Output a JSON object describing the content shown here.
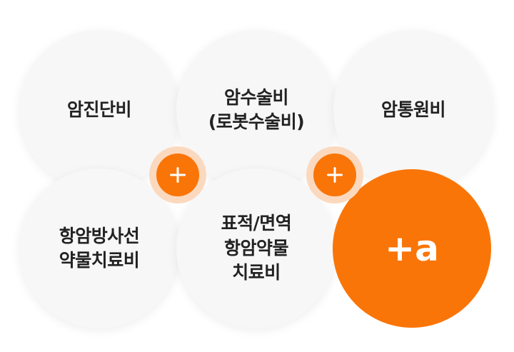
{
  "circles": [
    {
      "id": "c1",
      "label": "암진단비"
    },
    {
      "id": "c2",
      "label": "암수술비\n(로봇수술비)"
    },
    {
      "id": "c3",
      "label": "암통원비"
    },
    {
      "id": "c4",
      "label": "항암방사선\n약물치료비"
    },
    {
      "id": "c5",
      "label": "표적/면역\n항암약물\n치료비"
    },
    {
      "id": "c6",
      "label": "+a"
    }
  ],
  "plus_icons": [
    "plus-icon",
    "plus-icon"
  ],
  "colors": {
    "accent": "#fa7507",
    "accent_soft": "#fbd9bf",
    "circle_bg": "#f7f7f7",
    "text": "#222222",
    "text_on_accent": "#ffffff"
  }
}
